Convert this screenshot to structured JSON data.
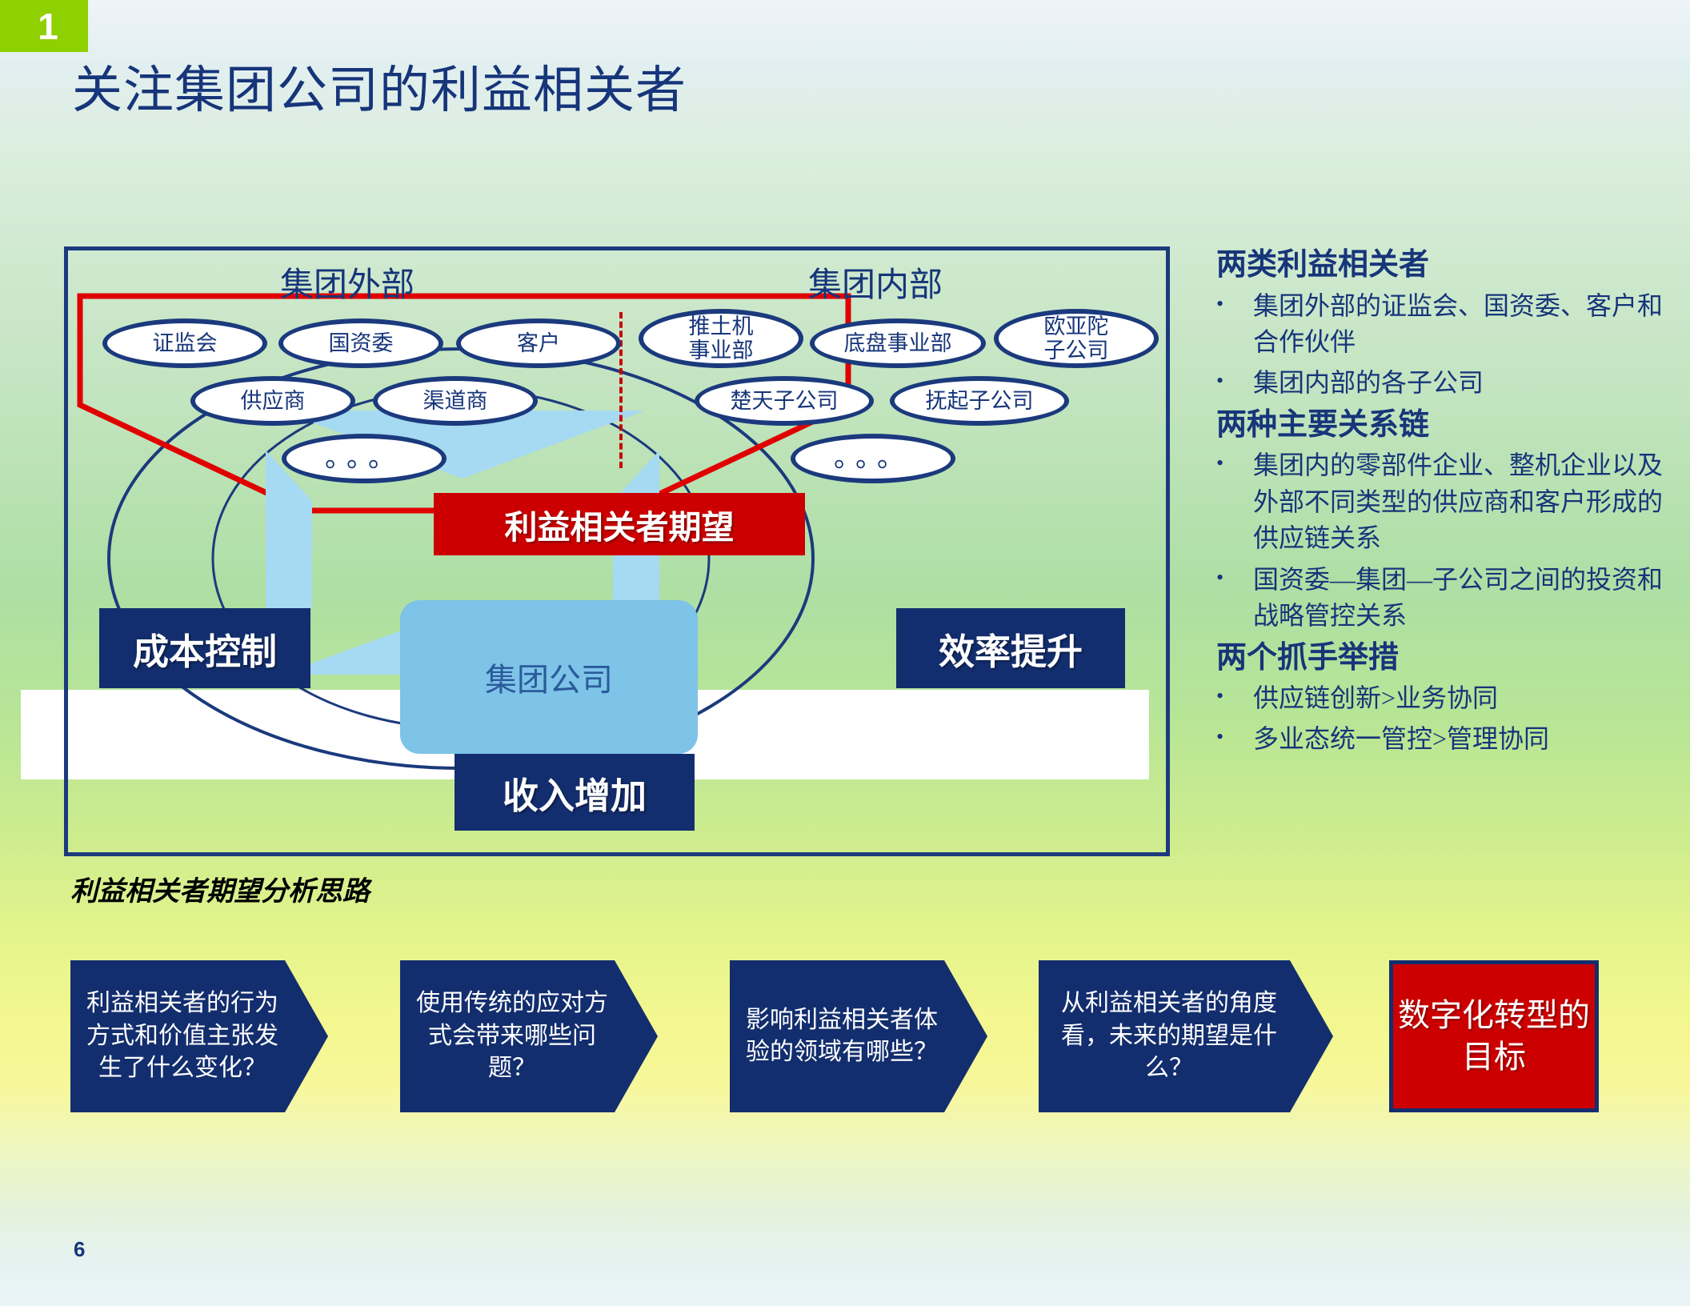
{
  "header": {
    "badge_number": "1",
    "title": "关注集团公司的利益相关者"
  },
  "diagram": {
    "group_outside_label": "集团外部",
    "group_inside_label": "集团内部",
    "outside_nodes": [
      {
        "label": "证监会"
      },
      {
        "label": "国资委"
      },
      {
        "label": "客户"
      },
      {
        "label": "供应商"
      },
      {
        "label": "渠道商"
      },
      {
        "label": "。。。"
      }
    ],
    "inside_nodes": [
      {
        "label": "推土机\n事业部"
      },
      {
        "label": "底盘事业部"
      },
      {
        "label": "欧亚陀\n子公司"
      },
      {
        "label": "楚天子公司"
      },
      {
        "label": "抚起子公司"
      },
      {
        "label": "。。。"
      }
    ],
    "expectation_banner": "利益相关者期望",
    "center_label": "集团公司",
    "left_lever": "成本控制",
    "right_lever": "效率提升",
    "bottom_lever": "收入增加"
  },
  "notes": [
    {
      "heading": "两类利益相关者",
      "bullets": [
        "集团外部的证监会、国资委、客户和合作伙伴",
        "集团内部的各子公司"
      ]
    },
    {
      "heading": "两种主要关系链",
      "bullets": [
        "集团内的零部件企业、整机企业以及外部不同类型的供应商和客户形成的供应链关系",
        "国资委—集团—子公司之间的投资和战略管控关系"
      ]
    },
    {
      "heading": "两个抓手举措",
      "bullets": [
        "供应链创新>业务协同",
        "多业态统一管控>管理协同"
      ]
    }
  ],
  "process": {
    "caption": "利益相关者期望分析思路",
    "steps": [
      "利益相关者的行为方式和价值主张发生了什么变化？",
      "使用传统的应对方式会带来哪些问题？",
      "影响利益相关者体验的领域有哪些？",
      "从利益相关者的角度看，未来的期望是什么？"
    ],
    "goal": "数字化转型的目标"
  },
  "footer": {
    "page_number": "6"
  },
  "colors": {
    "badge_green": "#8ed000",
    "navy": "#16357a",
    "box_navy": "#132e6e",
    "red": "#cc0000",
    "center_blue": "#7ec3e8",
    "arrow_blue": "#a6d9f2"
  }
}
